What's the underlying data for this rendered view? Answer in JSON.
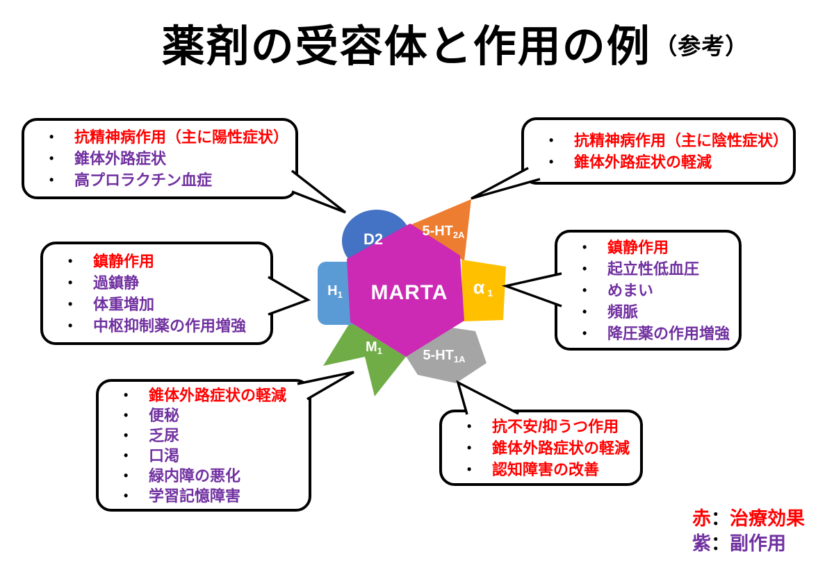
{
  "title": {
    "main": "薬剤の受容体と作用の例",
    "note": "（参考）"
  },
  "center": {
    "label": "MARTA",
    "color": "#CC29B4"
  },
  "receptors": {
    "d2": {
      "label": "D2",
      "sub": "",
      "color": "#4472C4"
    },
    "ht2a": {
      "label": "5-HT",
      "sub": "2A",
      "color": "#ED7D31"
    },
    "alpha1": {
      "label": "α",
      "sub": "1",
      "color": "#FFC000"
    },
    "ht1a": {
      "label": "5-HT",
      "sub": "1A",
      "color": "#A5A5A5"
    },
    "m1": {
      "label": "M",
      "sub": "1",
      "color": "#70AD47"
    },
    "h1": {
      "label": "H",
      "sub": "1",
      "color": "#5B9BD5"
    }
  },
  "bubbles": {
    "d2": {
      "items": [
        {
          "text": "抗精神病作用（主に陽性症状）",
          "color": "red"
        },
        {
          "text": "錐体外路症状",
          "color": "purple"
        },
        {
          "text": "高プロラクチン血症",
          "color": "purple"
        }
      ]
    },
    "ht2a": {
      "items": [
        {
          "text": "抗精神病作用（主に陰性症状）",
          "color": "red"
        },
        {
          "text": "錐体外路症状の軽減",
          "color": "red"
        }
      ]
    },
    "h1": {
      "items": [
        {
          "text": "鎮静作用",
          "color": "red"
        },
        {
          "text": "過鎮静",
          "color": "purple"
        },
        {
          "text": "体重増加",
          "color": "purple"
        },
        {
          "text": "中枢抑制薬の作用増強",
          "color": "purple"
        }
      ]
    },
    "alpha1": {
      "items": [
        {
          "text": "鎮静作用",
          "color": "red"
        },
        {
          "text": "起立性低血圧",
          "color": "purple"
        },
        {
          "text": "めまい",
          "color": "purple"
        },
        {
          "text": "頻脈",
          "color": "purple"
        },
        {
          "text": "降圧薬の作用増強",
          "color": "purple"
        }
      ]
    },
    "m1": {
      "items": [
        {
          "text": "錐体外路症状の軽減",
          "color": "red"
        },
        {
          "text": "便秘",
          "color": "purple"
        },
        {
          "text": "乏尿",
          "color": "purple"
        },
        {
          "text": "口渇",
          "color": "purple"
        },
        {
          "text": "緑内障の悪化",
          "color": "purple"
        },
        {
          "text": "学習記憶障害",
          "color": "purple"
        }
      ]
    },
    "ht1a": {
      "items": [
        {
          "text": "抗不安/抑うつ作用",
          "color": "red"
        },
        {
          "text": "錐体外路症状の軽減",
          "color": "red"
        },
        {
          "text": "認知障害の改善",
          "color": "red"
        }
      ]
    }
  },
  "legend": {
    "red_key": "赤",
    "red_value": "治療効果",
    "purple_key": "紫",
    "purple_value": "副作用",
    "separator": "："
  },
  "colors": {
    "effect": "#FF0000",
    "side_effect": "#7030A0",
    "outline": "#000000"
  }
}
